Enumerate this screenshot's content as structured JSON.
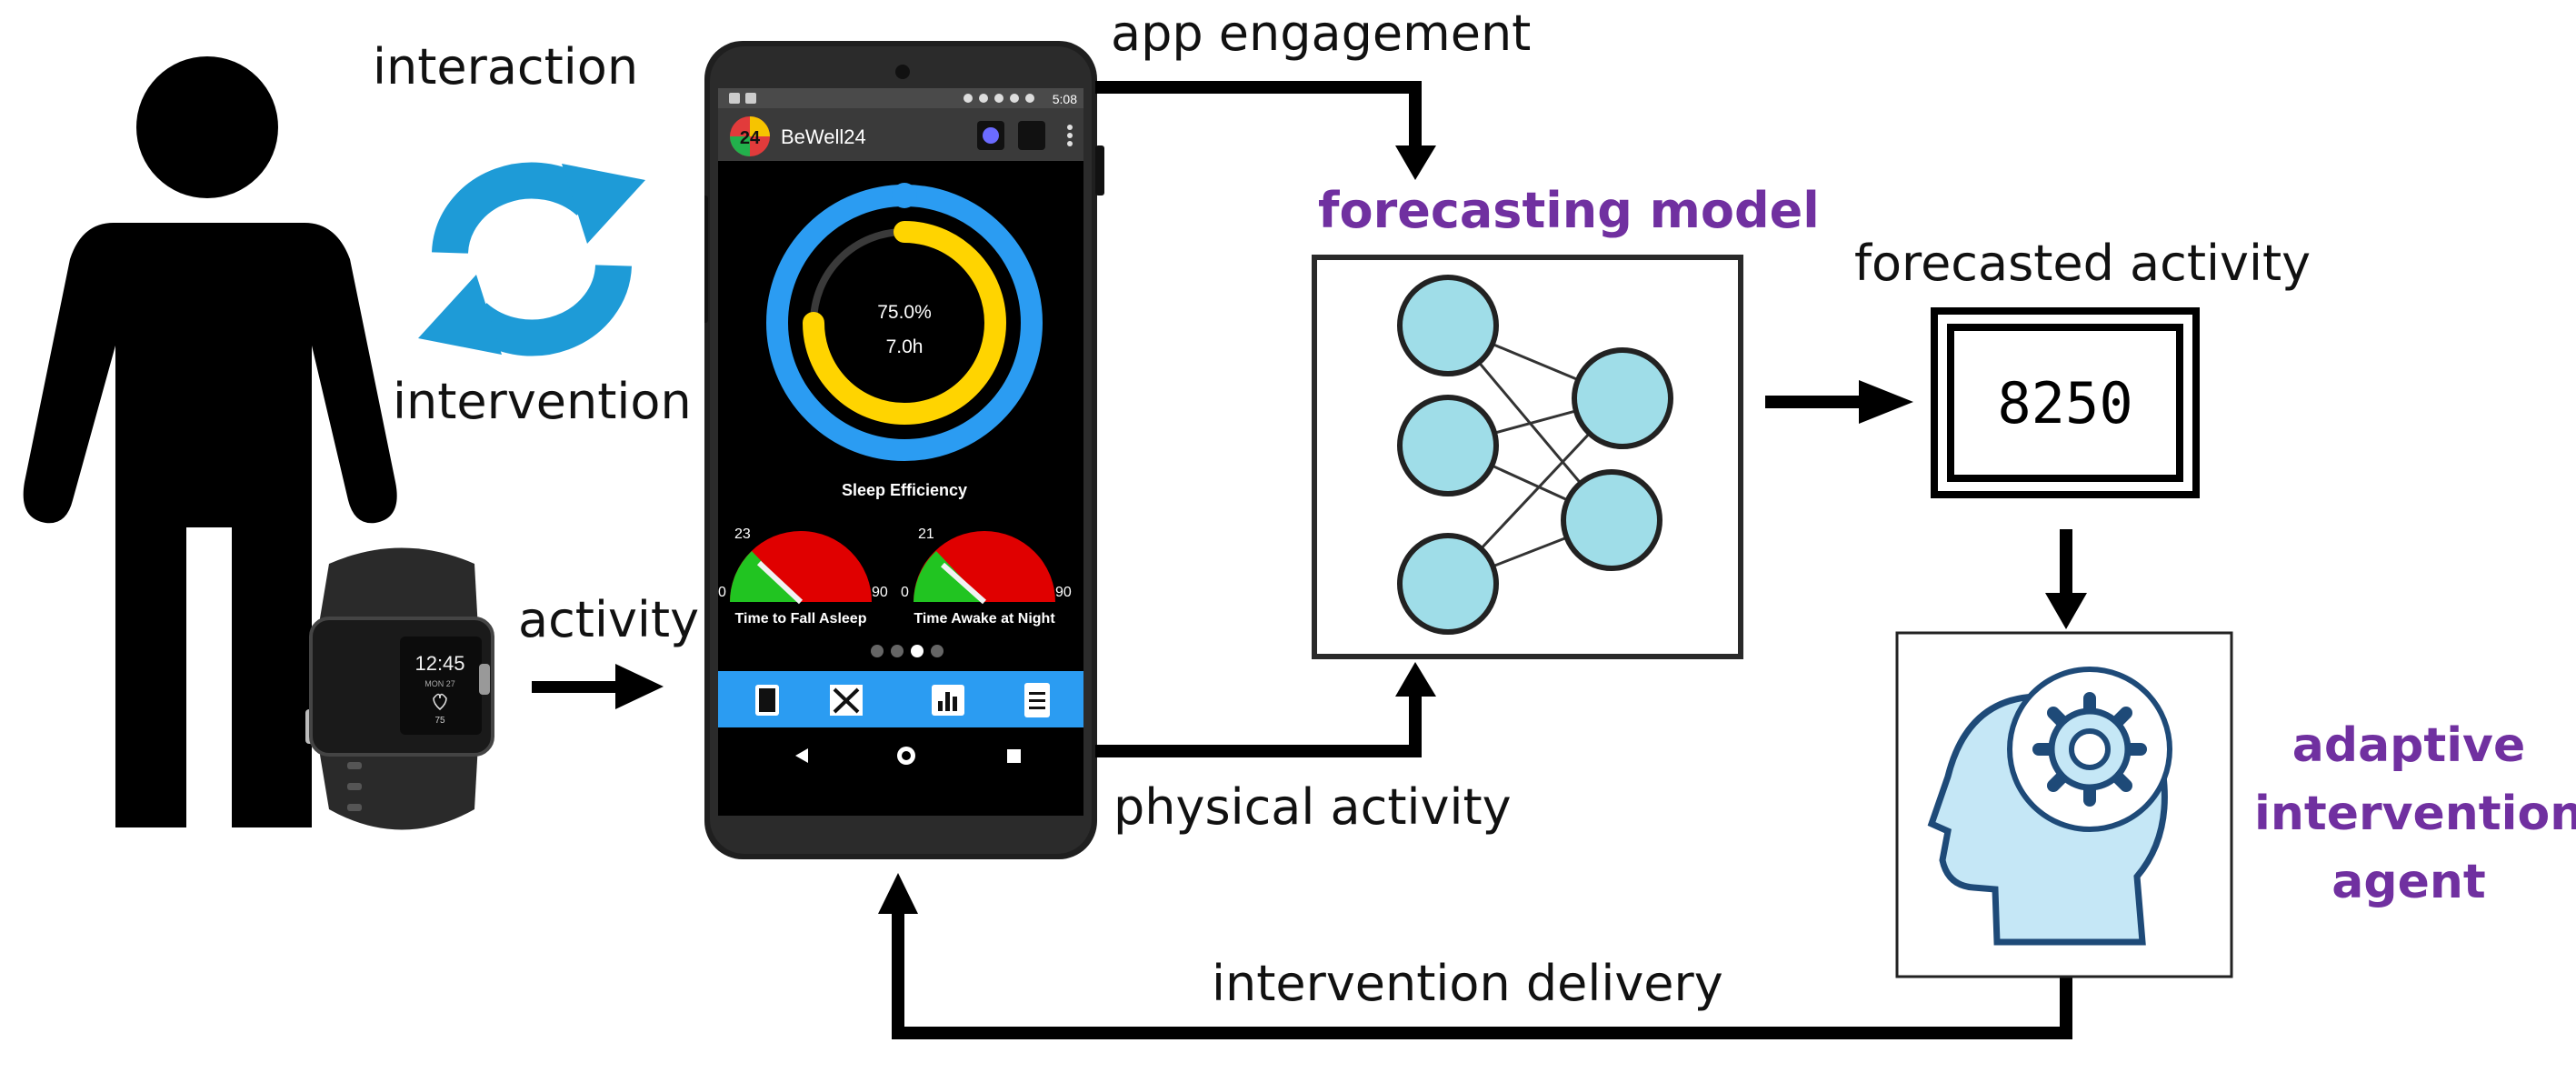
{
  "labels": {
    "interaction": "interaction",
    "intervention": "intervention",
    "activity": "activity",
    "app_engagement": "app engagement",
    "physical_activity": "physical activity",
    "forecasting_model": "forecasting model",
    "forecasted_activity": "forecasted activity",
    "forecast_value": "8250",
    "agent_line1": "adaptive",
    "agent_line2": "intervention",
    "agent_line3": "agent",
    "intervention_delivery": "intervention delivery"
  },
  "watch": {
    "time": "12:45",
    "date": "MON 27",
    "heart_rate": "75"
  },
  "phone": {
    "status_time": "5:08",
    "app_name": "BeWell24",
    "logo_text": "24",
    "ring_percent": "75.0%",
    "ring_hours": "7.0h",
    "ring_title": "Sleep Efficiency",
    "ring_level": 0.75,
    "gauge1": {
      "label": "Time to Fall Asleep",
      "value": "23",
      "min": "0",
      "max": "90",
      "level": 23
    },
    "gauge2": {
      "label": "Time Awake at Night",
      "value": "21",
      "min": "0",
      "max": "90",
      "level": 21
    },
    "page_dots": 4,
    "active_dot": 2,
    "tab_icons": [
      "book-icon",
      "tools-icon",
      "bar-chart-icon",
      "clipboard-icon"
    ]
  },
  "colors": {
    "accent_blue": "#2b9cf2",
    "ring_yellow": "#ffd400",
    "gauge_red": "#e00000",
    "gauge_green": "#21c421",
    "node_fill": "#9fdde8",
    "purple": "#7030a0",
    "sync_blue": "#1e9bd7"
  }
}
